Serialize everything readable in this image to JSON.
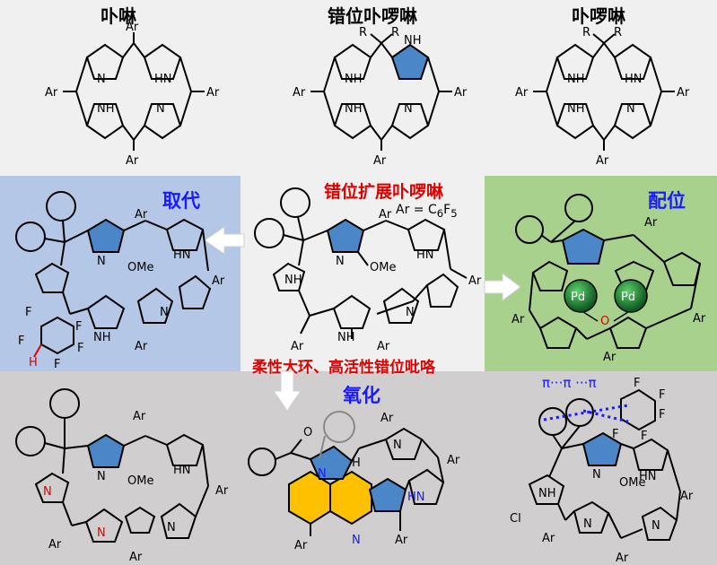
{
  "top": {
    "porphyrin_title": "卟啉",
    "confused_title": "错位卟啰啉",
    "porphodimethene_title": "卟啰啉"
  },
  "center": {
    "title": "错位扩展卟啰啉",
    "ar_def_prefix": "Ar = C",
    "ar_def_sub1": "6",
    "ar_def_mid": "F",
    "ar_def_sub2": "5",
    "caption": "柔性大环、高活性错位吡咯"
  },
  "left": {
    "title": "取代"
  },
  "right": {
    "title": "配位"
  },
  "bottom": {
    "title": "氧化",
    "pi_label": "π···π ···π"
  },
  "atoms": {
    "ar": "Ar",
    "r": "R",
    "n": "N",
    "nh": "NH",
    "hn": "HN",
    "ome": "OMe",
    "f": "F",
    "h": "H",
    "pd": "Pd",
    "o": "O",
    "cl": "Cl"
  },
  "colors": {
    "blue_ring": "#4a86c8",
    "orange_ring": "#ffc000",
    "pd_green": "#1f7a33",
    "highlight_red": "#e00000"
  }
}
